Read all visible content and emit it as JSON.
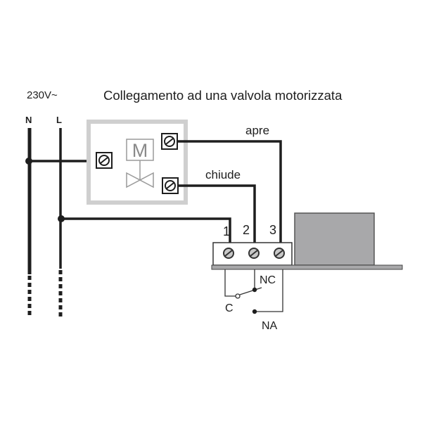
{
  "voltage_label": "230V~",
  "title": "Collegamento ad una valvola motorizzata",
  "neutral_label": "N",
  "line_label": "L",
  "motor_label": "M",
  "open_wire_label": "apre",
  "close_wire_label": "chiude",
  "terminals": [
    "1",
    "2",
    "3"
  ],
  "relay": {
    "common": "C",
    "normally_closed": "NC",
    "normally_open": "NA"
  },
  "colors": {
    "wire": "#1e1e1e",
    "valve_box": "#cfcfcf",
    "device": "#a8a8aa"
  }
}
